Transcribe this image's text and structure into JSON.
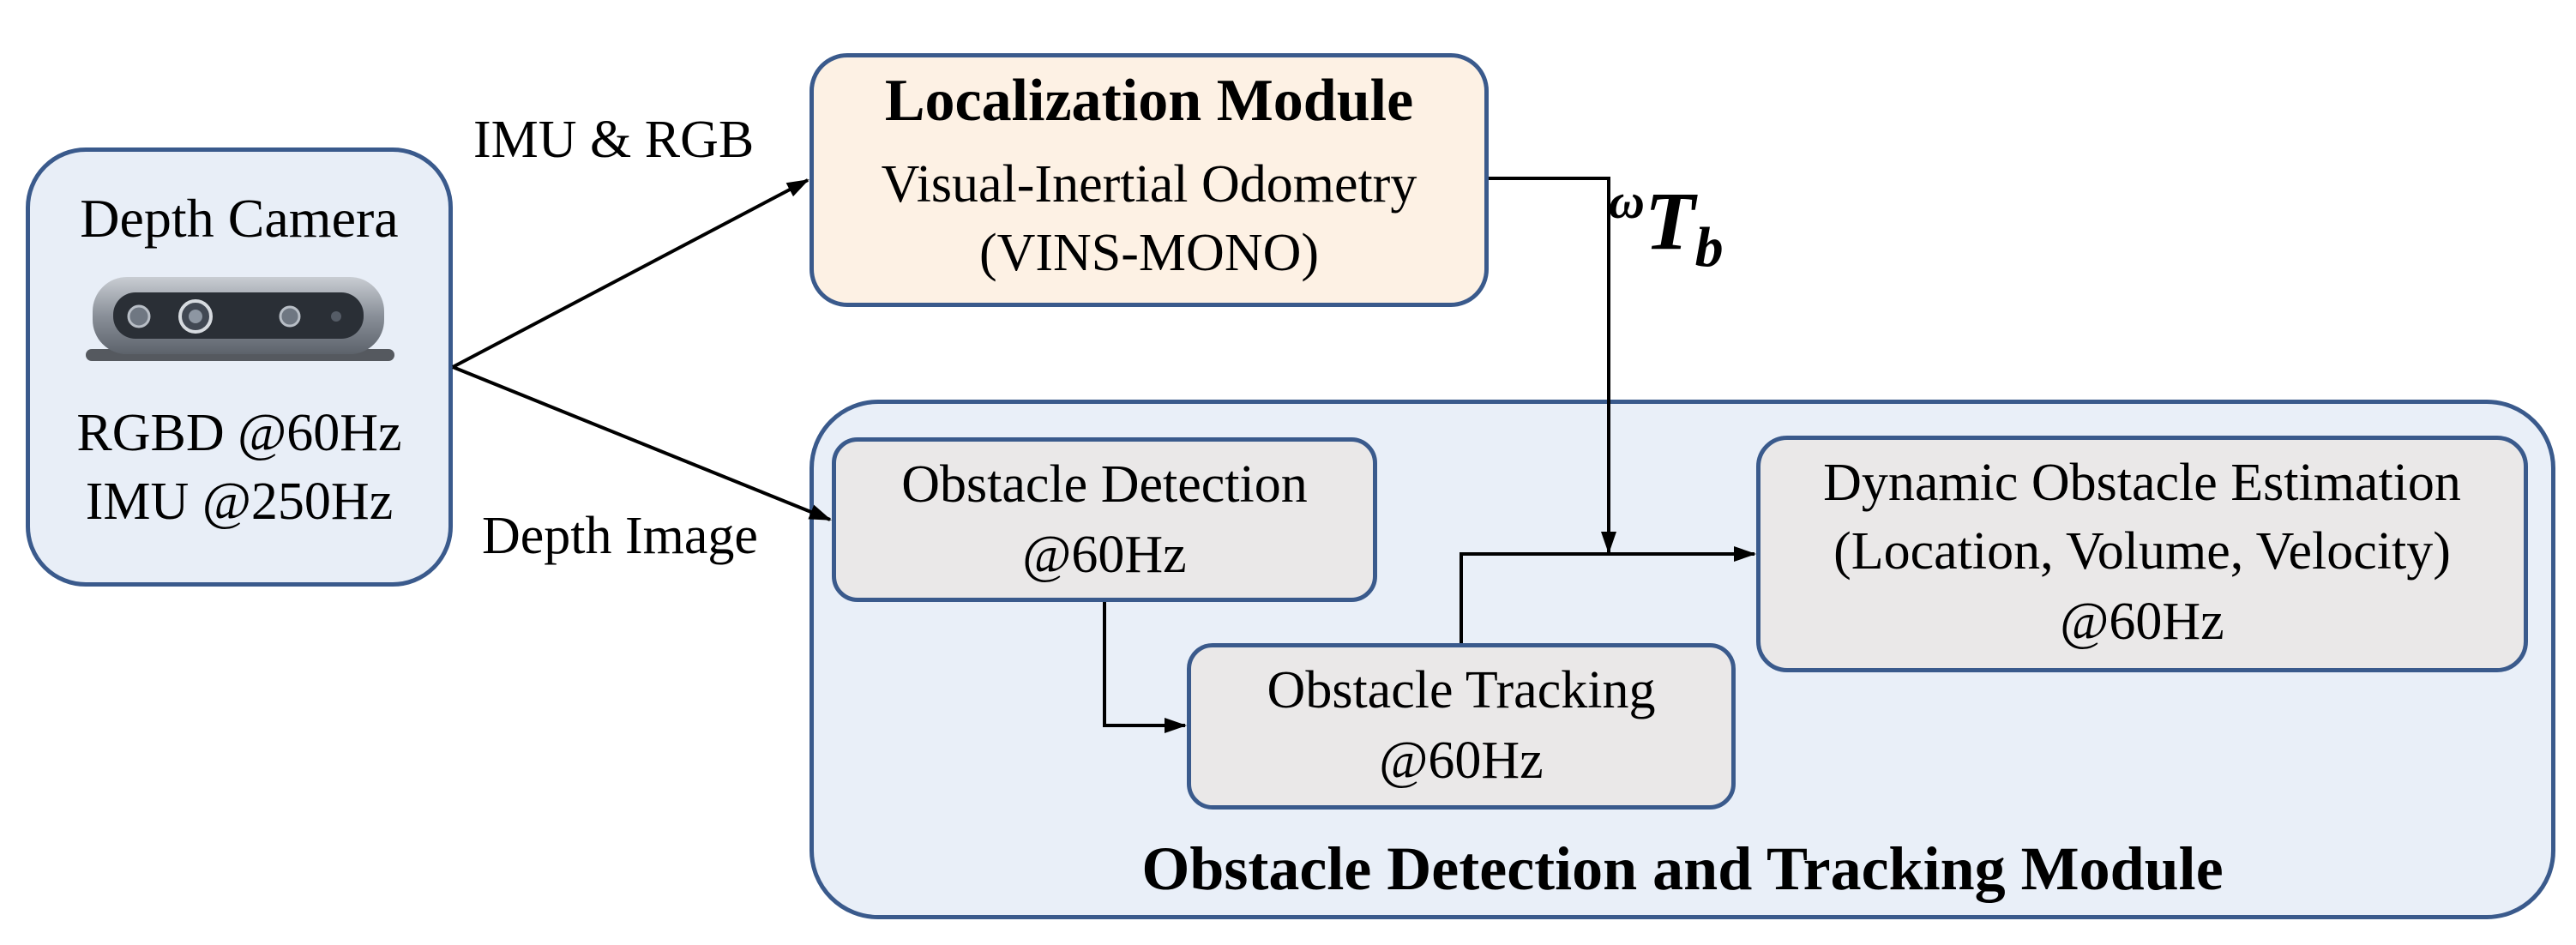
{
  "camera": {
    "title": "Depth Camera",
    "specs": [
      "RGBD @60Hz",
      "IMU @250Hz"
    ],
    "icon": "depth-camera-icon"
  },
  "edges": {
    "imu_rgb": "IMU & RGB",
    "depth_image": "Depth Image",
    "pose_symbol": "ω",
    "pose_T": "T",
    "pose_sub": "b"
  },
  "localization": {
    "title": "Localization Module",
    "line1": "Visual-Inertial Odometry",
    "line2": "(VINS-MONO)"
  },
  "module": {
    "title": "Obstacle Detection and Tracking Module"
  },
  "detection": {
    "line1": "Obstacle Detection",
    "line2": "@60Hz"
  },
  "tracking": {
    "line1": "Obstacle Tracking",
    "line2": "@60Hz"
  },
  "estimation": {
    "line1": "Dynamic Obstacle Estimation",
    "line2": "(Location, Volume, Velocity)",
    "line3": "@60Hz"
  },
  "colors": {
    "border": "#3a5a8c",
    "camera_fill": "#e8eef7",
    "localization_fill": "#fdf1e4",
    "module_fill": "#e9eff8",
    "inner_fill": "#eae8e8"
  }
}
